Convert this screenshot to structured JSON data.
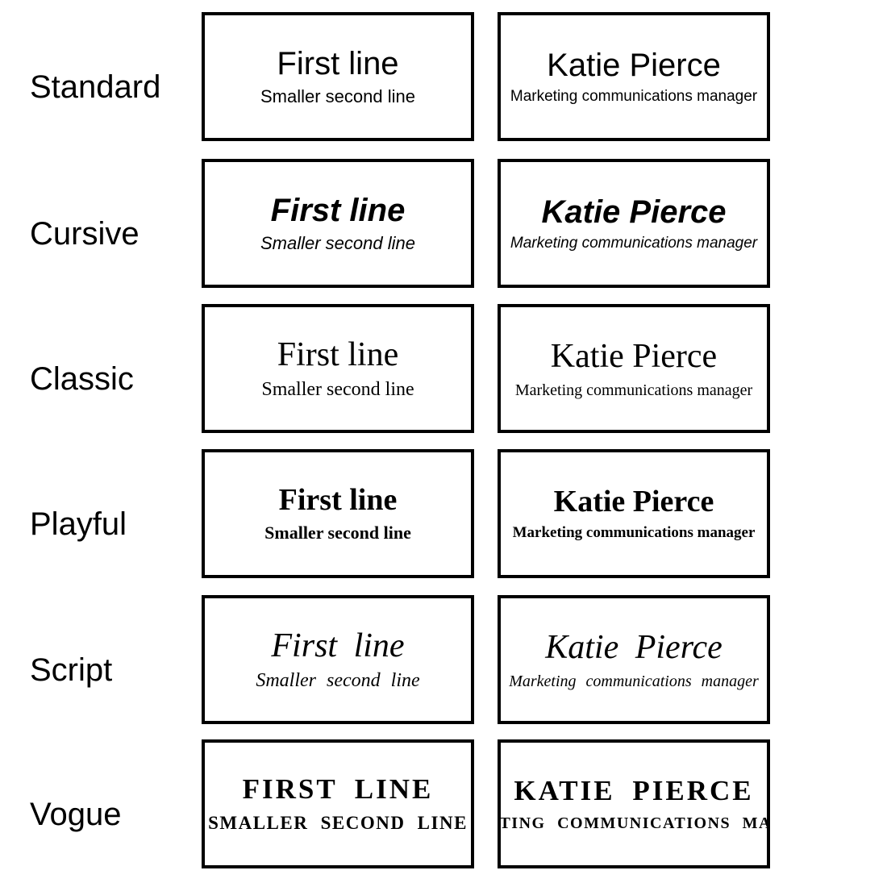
{
  "page": {
    "background_color": "#ffffff",
    "card_border_color": "#000000",
    "text_color": "#000000"
  },
  "styles": [
    {
      "name": "Standard",
      "sample": {
        "line1": "First line",
        "line2": "Smaller second line"
      },
      "example": {
        "line1": "Katie Pierce",
        "line2": "Marketing communications manager"
      }
    },
    {
      "name": "Cursive",
      "sample": {
        "line1": "First line",
        "line2": "Smaller second line"
      },
      "example": {
        "line1": "Katie Pierce",
        "line2": "Marketing communications manager"
      }
    },
    {
      "name": "Classic",
      "sample": {
        "line1": "First line",
        "line2": "Smaller second line"
      },
      "example": {
        "line1": "Katie Pierce",
        "line2": "Marketing communications manager"
      }
    },
    {
      "name": "Playful",
      "sample": {
        "line1": "First line",
        "line2": "Smaller second line"
      },
      "example": {
        "line1": "Katie Pierce",
        "line2": "Marketing communications manager"
      }
    },
    {
      "name": "Script",
      "sample": {
        "line1": "First line",
        "line2": "Smaller second line"
      },
      "example": {
        "line1": "Katie Pierce",
        "line2": "Marketing communications manager"
      }
    },
    {
      "name": "Vogue",
      "sample": {
        "line1": "FIRST LINE",
        "line2": "SMALLER SECOND LINE"
      },
      "example": {
        "line1": "KATIE PIERCE",
        "line2": "MARKETING COMMUNICATIONS MANAGER"
      }
    }
  ]
}
